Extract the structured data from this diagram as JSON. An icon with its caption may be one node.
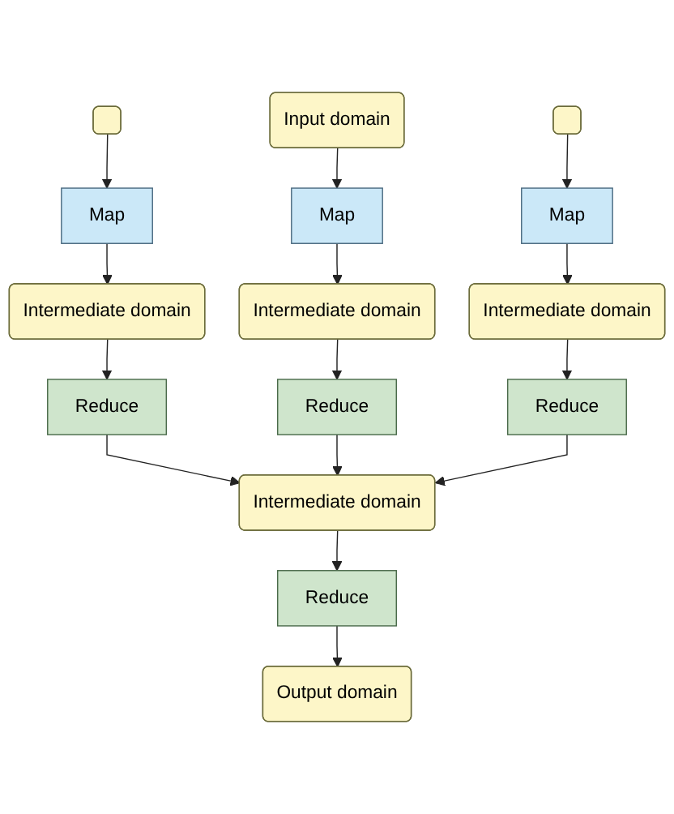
{
  "diagram": {
    "nodes": [
      {
        "text": [],
        "shape": "box"
      },
      {
        "text": [
          "Input domain"
        ]
      },
      {
        "text": [],
        "shape": "box"
      },
      {
        "text": [
          "Map"
        ]
      },
      {
        "text": [
          "Map"
        ]
      },
      {
        "text": [
          "Map"
        ]
      },
      {
        "text": [
          "Intermediate domain"
        ]
      },
      {
        "text": [
          "Intermediate domain"
        ]
      },
      {
        "text": [
          "Intermediate domain"
        ]
      },
      {
        "text": [
          "Reduce"
        ]
      },
      {
        "text": [
          "Reduce"
        ]
      },
      {
        "text": [
          "Reduce"
        ]
      },
      {
        "text": [
          "Intermediate domain"
        ]
      },
      {
        "text": [
          "Reduce"
        ]
      },
      {
        "text": [
          "Output domain"
        ]
      }
    ],
    "edges": [
      {
        "from": 0,
        "to": 3,
        "arrow": "to"
      },
      {
        "from": 1,
        "to": 4,
        "arrow": "to"
      },
      {
        "from": 2,
        "to": 5,
        "arrow": "to"
      },
      {
        "from": 3,
        "to": 6,
        "arrow": "to"
      },
      {
        "from": 4,
        "to": 7,
        "arrow": "to"
      },
      {
        "from": 5,
        "to": 8,
        "arrow": "to"
      },
      {
        "from": 6,
        "to": 9,
        "arrow": "to"
      },
      {
        "from": 7,
        "to": 10,
        "arrow": "to"
      },
      {
        "from": 8,
        "to": 11,
        "arrow": "to"
      },
      {
        "from": 9,
        "to": 12,
        "arrow": "to"
      },
      {
        "from": 10,
        "to": 12,
        "arrow": "to"
      },
      {
        "from": 11,
        "to": 12,
        "arrow": "to"
      },
      {
        "from": 12,
        "to": 13,
        "arrow": "to"
      },
      {
        "from": 13,
        "to": 14,
        "arrow": "to"
      }
    ]
  }
}
